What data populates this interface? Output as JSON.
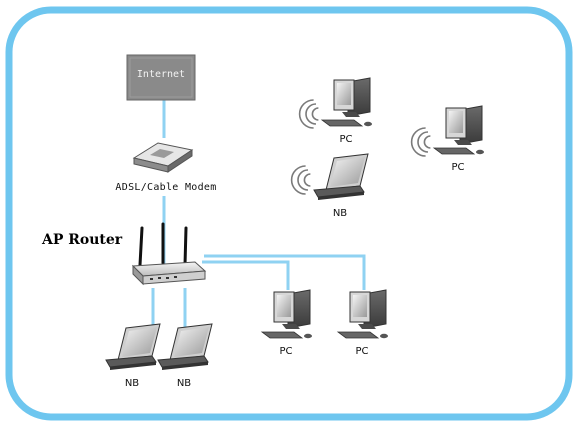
{
  "diagram": {
    "internet_label": "Internet",
    "modem_label": "ADSL/Cable Modem",
    "router_label": "AP Router",
    "wired_devices": [
      {
        "type": "NB",
        "label": "NB"
      },
      {
        "type": "NB",
        "label": "NB"
      },
      {
        "type": "PC",
        "label": "PC"
      },
      {
        "type": "PC",
        "label": "PC"
      }
    ],
    "wireless_devices": [
      {
        "type": "PC",
        "label": "PC"
      },
      {
        "type": "NB",
        "label": "NB"
      },
      {
        "type": "PC",
        "label": "PC"
      }
    ],
    "colors": {
      "frame": "#6ec6ef",
      "wired_link": "#8fd2f2",
      "internet_box": "#8a8a8a",
      "device_gray": "#5a5a5a"
    }
  }
}
